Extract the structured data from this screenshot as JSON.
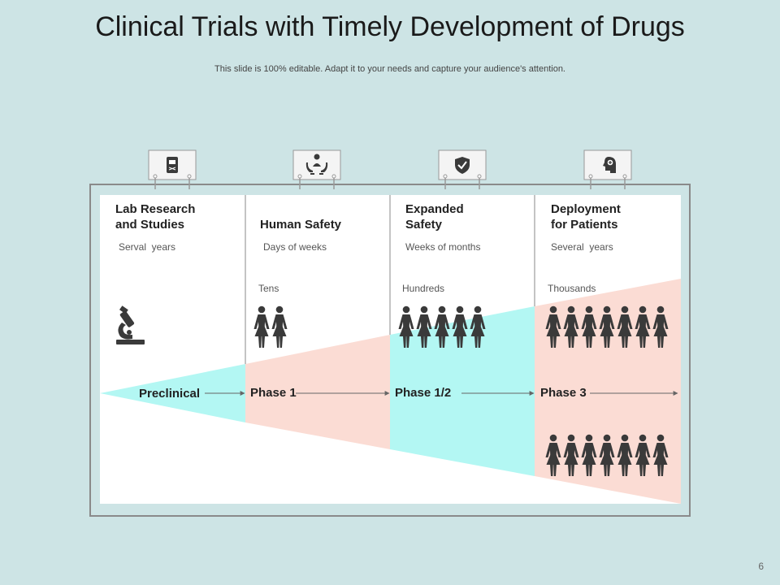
{
  "slide": {
    "title": "Clinical Trials with Timely Development of Drugs",
    "subtitle": "This slide is 100% editable. Adapt it to your needs and capture your audience's attention.",
    "page_number": "6"
  },
  "colors": {
    "background": "#cde4e5",
    "panel": "#ffffff",
    "frame": "#8a8a8a",
    "teal": "#b3f7f3",
    "pink": "#fbdcd4",
    "figure": "#3a3a3a"
  },
  "columns": [
    {
      "title_line1": "Lab Research",
      "title_line2": "and Studies",
      "duration": "Serval  years",
      "count": "",
      "stage": "Preclinical",
      "icon": "clipboard-icon",
      "figures": 0
    },
    {
      "title_line1": "Human Safety",
      "title_line2": "",
      "duration": "Days of weeks",
      "count": "Tens",
      "stage": "Phase 1",
      "icon": "hands-person-icon",
      "figures": 2
    },
    {
      "title_line1": "Expanded",
      "title_line2": "Safety",
      "duration": "Weeks of months",
      "count": "Hundreds",
      "stage": "Phase 1/2",
      "icon": "shield-check-icon",
      "figures": 5
    },
    {
      "title_line1": "Deployment",
      "title_line2": "for Patients",
      "duration": "Several  years",
      "count": "Thousands",
      "stage": "Phase 3",
      "icon": "head-plus-icon",
      "figures": 7
    }
  ]
}
